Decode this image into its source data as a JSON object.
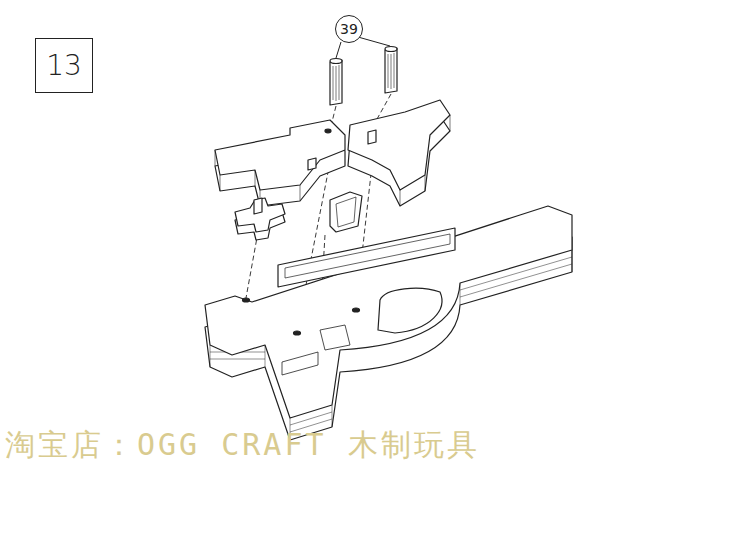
{
  "diagram": {
    "nodes": [
      {
        "text": [
          "13"
        ]
      },
      {
        "text": [
          "39"
        ]
      }
    ],
    "labels": [
      "淘宝店：OGG CRAFT 木制玩具"
    ]
  }
}
